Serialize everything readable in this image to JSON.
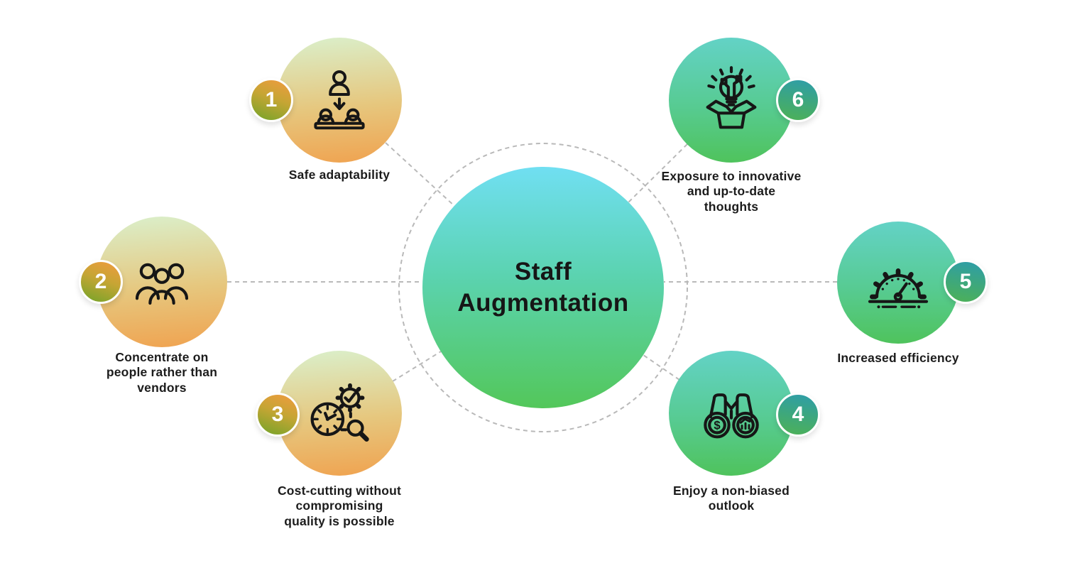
{
  "title": "Staff Augmentation",
  "colors": {
    "center_top": "#70dff2",
    "center_bottom": "#53c75a",
    "warm_bubble_top": "#daf0cc",
    "warm_bubble_bottom": "#f0a24f",
    "cool_bubble_top": "#63d2c6",
    "cool_bubble_bottom": "#4fc35c",
    "warm_badge_top": "#ec9c3e",
    "warm_badge_bottom": "#7aa42a",
    "cool_badge_top": "#2f9ea6",
    "cool_badge_bottom": "#4cb05a",
    "connector": "#b9b9b9",
    "text": "#1c1c1c",
    "icon_stroke": "#161616"
  },
  "items": [
    {
      "number": "1",
      "label": "Safe adaptability",
      "icon": "delegation-icon"
    },
    {
      "number": "2",
      "label": "Concentrate on\npeople rather than\nvendors",
      "icon": "team-icon"
    },
    {
      "number": "3",
      "label": "Cost-cutting without\ncompromising\nquality is possible",
      "icon": "cost-quality-icon"
    },
    {
      "number": "4",
      "label": "Enjoy a non-biased\noutlook",
      "icon": "binoculars-icon"
    },
    {
      "number": "5",
      "label": "Increased efficiency",
      "icon": "efficiency-gauge-icon"
    },
    {
      "number": "6",
      "label": "Exposure to innovative\nand up-to-date\nthoughts",
      "icon": "idea-box-icon"
    }
  ]
}
